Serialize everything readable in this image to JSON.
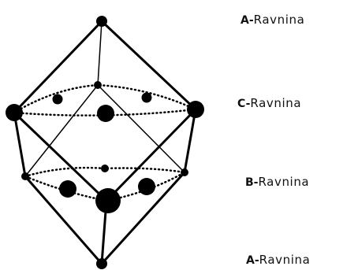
{
  "labels": [
    {
      "letter": "A-",
      "word": "Ravnina"
    },
    {
      "letter": "C-",
      "word": "Ravnina"
    },
    {
      "letter": "B-",
      "word": "Ravnina"
    },
    {
      "letter": "A-",
      "word": "Ravnina"
    }
  ]
}
